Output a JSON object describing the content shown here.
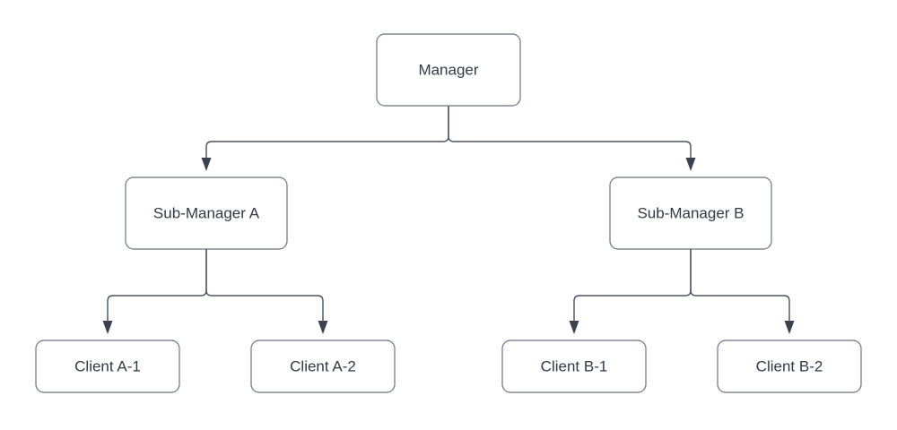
{
  "diagram": {
    "type": "hierarchy-tree",
    "orientation": "top-down",
    "background_color": "#ffffff",
    "box_fill": "#ffffff",
    "box_stroke_color": "#6b7280",
    "connector_color": "#4a5260",
    "text_color": "#2f3a46",
    "levels": [
      {
        "level": 1,
        "nodes": [
          {
            "id": "manager",
            "label": "Manager"
          }
        ]
      },
      {
        "level": 2,
        "nodes": [
          {
            "id": "sub-manager-a",
            "label": "Sub-Manager A"
          },
          {
            "id": "sub-manager-b",
            "label": "Sub-Manager B"
          }
        ]
      },
      {
        "level": 3,
        "nodes": [
          {
            "id": "client-a-1",
            "label": "Client A-1"
          },
          {
            "id": "client-a-2",
            "label": "Client A-2"
          },
          {
            "id": "client-b-1",
            "label": "Client B-1"
          },
          {
            "id": "client-b-2",
            "label": "Client B-2"
          }
        ]
      }
    ],
    "nodes": {
      "manager": {
        "label": "Manager"
      },
      "sub_manager_a": {
        "label": "Sub-Manager A"
      },
      "sub_manager_b": {
        "label": "Sub-Manager B"
      },
      "client_a_1": {
        "label": "Client A-1"
      },
      "client_a_2": {
        "label": "Client A-2"
      },
      "client_b_1": {
        "label": "Client B-1"
      },
      "client_b_2": {
        "label": "Client B-2"
      }
    },
    "edges": [
      {
        "from": "Manager",
        "to": "Sub-Manager A",
        "arrow": "to"
      },
      {
        "from": "Manager",
        "to": "Sub-Manager B",
        "arrow": "to"
      },
      {
        "from": "Sub-Manager A",
        "to": "Client A-1",
        "arrow": "to"
      },
      {
        "from": "Sub-Manager A",
        "to": "Client A-2",
        "arrow": "to"
      },
      {
        "from": "Sub-Manager B",
        "to": "Client B-1",
        "arrow": "to"
      },
      {
        "from": "Sub-Manager B",
        "to": "Client B-2",
        "arrow": "to"
      }
    ]
  }
}
